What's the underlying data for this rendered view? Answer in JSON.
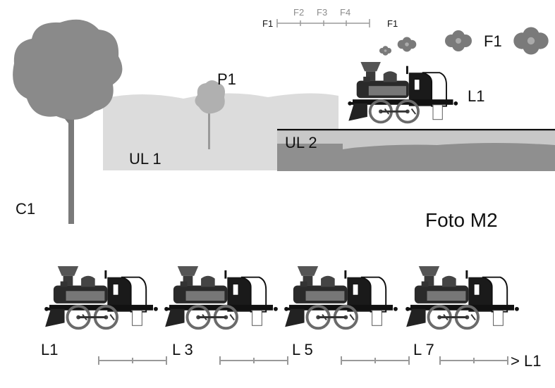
{
  "labels": {
    "f1_left": "F1",
    "f2": "F2",
    "f3": "F3",
    "f4": "F4",
    "f1_right": "F1",
    "f1_cloud": "F1",
    "p1": "P1",
    "l1_top": "L1",
    "ul1": "UL 1",
    "ul2": "UL 2",
    "c1": "C1",
    "title": "Foto M2",
    "l1_bottom": "L1",
    "l3": "L 3",
    "l5": "L 5",
    "l7": "L 7",
    "arrow_l1": "> L1"
  },
  "colors": {
    "ink": "#111111",
    "tree_dark": "#7a7a7a",
    "tree_light": "#a9a9a9",
    "ground_light": "#dcdcdc",
    "ground_mid": "#c8c8c8",
    "ground_dark": "#8f8f8f",
    "scale_gray": "#9a9a9a"
  },
  "icons": [
    "locomotive-icon",
    "tree-icon",
    "smoke-cloud-icon",
    "scale-bar-icon"
  ]
}
